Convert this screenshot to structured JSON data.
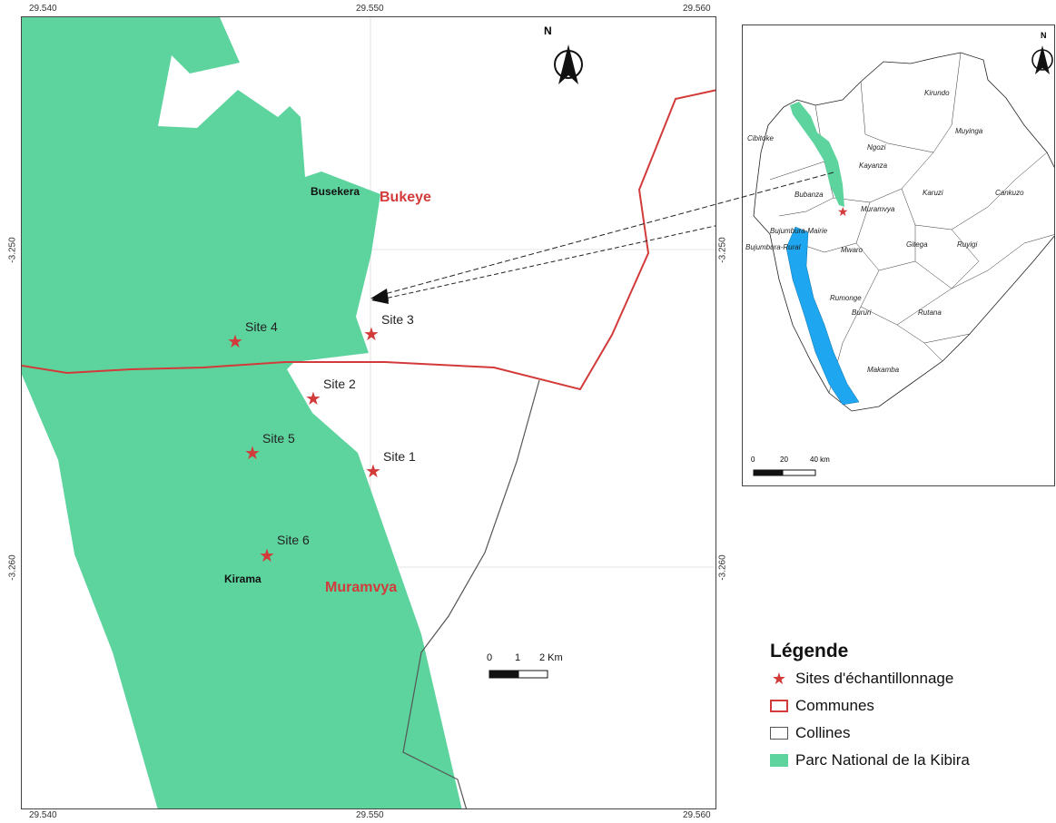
{
  "coords": {
    "x_top": [
      "29.540",
      "29.550",
      "29.560"
    ],
    "x_bottom": [
      "29.540",
      "29.550",
      "29.560"
    ],
    "y_left": [
      "-3.250",
      "-3.260"
    ],
    "y_right": [
      "-3.250",
      "-3.260"
    ]
  },
  "main_map": {
    "north": "N",
    "sites": [
      {
        "label": "Site 4"
      },
      {
        "label": "Site 3"
      },
      {
        "label": "Site 2"
      },
      {
        "label": "Site 5"
      },
      {
        "label": "Site 1"
      },
      {
        "label": "Site 6"
      }
    ],
    "places": {
      "busekera": "Busekera",
      "bukeye": "Bukeye",
      "kirama": "Kirama",
      "muramvya": "Muramvya"
    },
    "scale": {
      "t0": "0",
      "t1": "1",
      "t2": "2 Km"
    }
  },
  "inset": {
    "north": "N",
    "provinces": [
      "Kirundo",
      "Cibitoke",
      "Muyinga",
      "Ngozi",
      "Kayanza",
      "Bubanza",
      "Karuzi",
      "Cankuzo",
      "Muramvya",
      "Bujumbura-Mairie",
      "Bujumbura-Rural",
      "Mwaro",
      "Gitega",
      "Ruyigi",
      "Rumonge",
      "Bururi",
      "Rutana",
      "Makamba"
    ],
    "scale": {
      "t0": "0",
      "t1": "20",
      "t2": "40 km"
    }
  },
  "legend": {
    "title": "Légende",
    "items": [
      "Sites d'échantillonnage",
      "Communes",
      "Collines",
      "Parc National de la Kibira"
    ]
  },
  "colors": {
    "park": "#5dd39e",
    "commune": "#d33a3a",
    "colline": "#555555",
    "site": "#d33a3a",
    "lake": "#1ea7f0"
  }
}
